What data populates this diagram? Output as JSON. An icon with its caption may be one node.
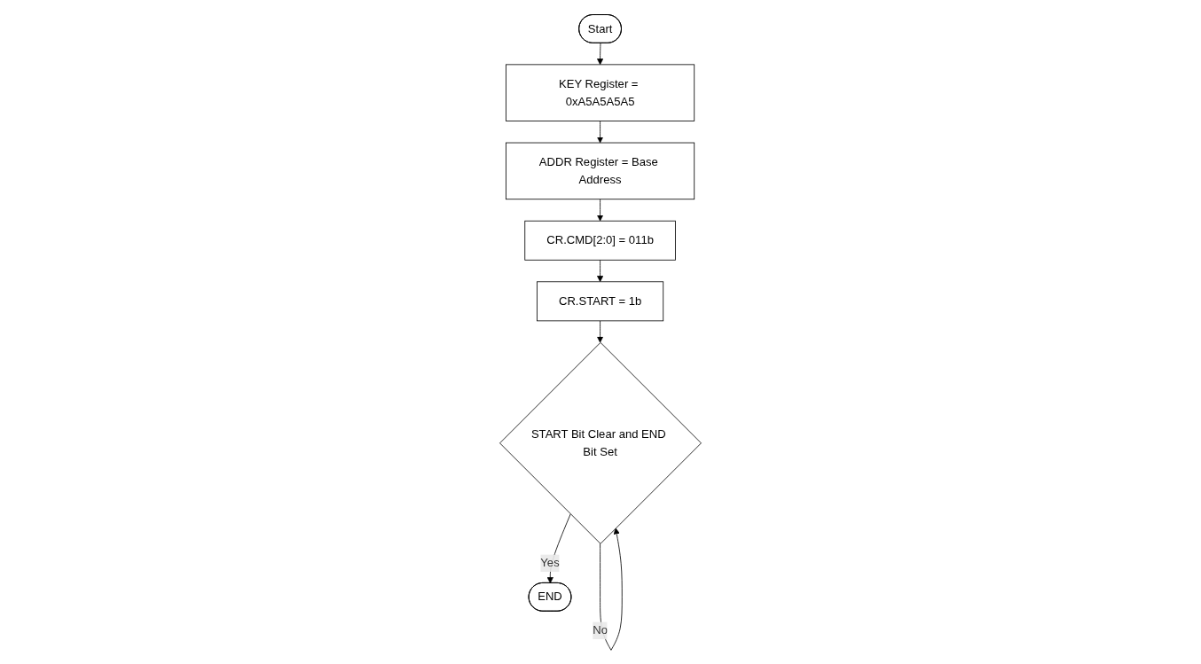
{
  "diagram": {
    "nodes": [
      {
        "text": [
          "Start"
        ]
      },
      {
        "text": [
          "KEY Register = 0xA5A5A5A5"
        ]
      },
      {
        "text": [
          "ADDR Register = Base Address"
        ]
      },
      {
        "text": [
          "CR.CMD[2:0] = 011b"
        ]
      },
      {
        "text": [
          "CR.START = 1b"
        ]
      },
      {
        "text": [
          "START Bit Clear and END Bit Set"
        ]
      },
      {
        "text": [
          "END"
        ]
      }
    ],
    "edges": [
      {
        "from": 0,
        "to": 1,
        "arrow": "to"
      },
      {
        "from": 1,
        "to": 2,
        "arrow": "to"
      },
      {
        "from": 2,
        "to": 3,
        "arrow": "to"
      },
      {
        "from": 3,
        "to": 4,
        "arrow": "to"
      },
      {
        "from": 4,
        "to": 5,
        "arrow": "to"
      },
      {
        "from": 5,
        "to": 5,
        "label": "No",
        "arrow": "to"
      },
      {
        "from": 5,
        "to": 6,
        "label": "Yes",
        "arrow": "to"
      }
    ]
  }
}
